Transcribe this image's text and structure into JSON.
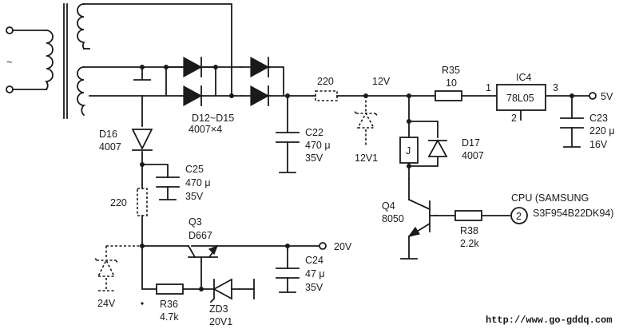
{
  "mains_symbol": "~",
  "components": {
    "rectifier": {
      "ref": "D12~D15",
      "part": "4007×4"
    },
    "d16": {
      "ref": "D16",
      "part": "4007"
    },
    "c25": {
      "ref": "C25",
      "value": "470 μ",
      "voltage": "35V"
    },
    "r_top": {
      "value": "220"
    },
    "r_left": {
      "value": "220"
    },
    "c22": {
      "ref": "C22",
      "value": "470 μ",
      "voltage": "35V"
    },
    "zener_12v": {
      "ref": "12V1"
    },
    "node_12v": {
      "label": "12V"
    },
    "r35": {
      "ref": "R35",
      "value": "10"
    },
    "ic4": {
      "ref": "IC4",
      "part": "78L05",
      "pin1": "1",
      "pin2": "2",
      "pin3": "3"
    },
    "out_5v": {
      "label": "5V"
    },
    "c23": {
      "ref": "C23",
      "value": "220 μ",
      "voltage": "16V"
    },
    "relay": {
      "label": "J"
    },
    "d17": {
      "ref": "D17",
      "part": "4007"
    },
    "q4": {
      "ref": "Q4",
      "part": "8050"
    },
    "r38": {
      "ref": "R38",
      "value": "2.2k"
    },
    "cpu": {
      "label": "CPU (SAMSUNG",
      "part": "S3F954B22DK94)",
      "pin": "2"
    },
    "q3": {
      "ref": "Q3",
      "part": "D667"
    },
    "out_20v": {
      "label": "20V"
    },
    "c24": {
      "ref": "C24",
      "value": "47 μ",
      "voltage": "35V"
    },
    "zener_24v": {
      "label": "24V"
    },
    "r36": {
      "ref": "R36",
      "value": "4.7k"
    },
    "zd3": {
      "ref": "ZD3",
      "part": "20V1"
    }
  },
  "watermark": "http://www.go-gddq.com"
}
